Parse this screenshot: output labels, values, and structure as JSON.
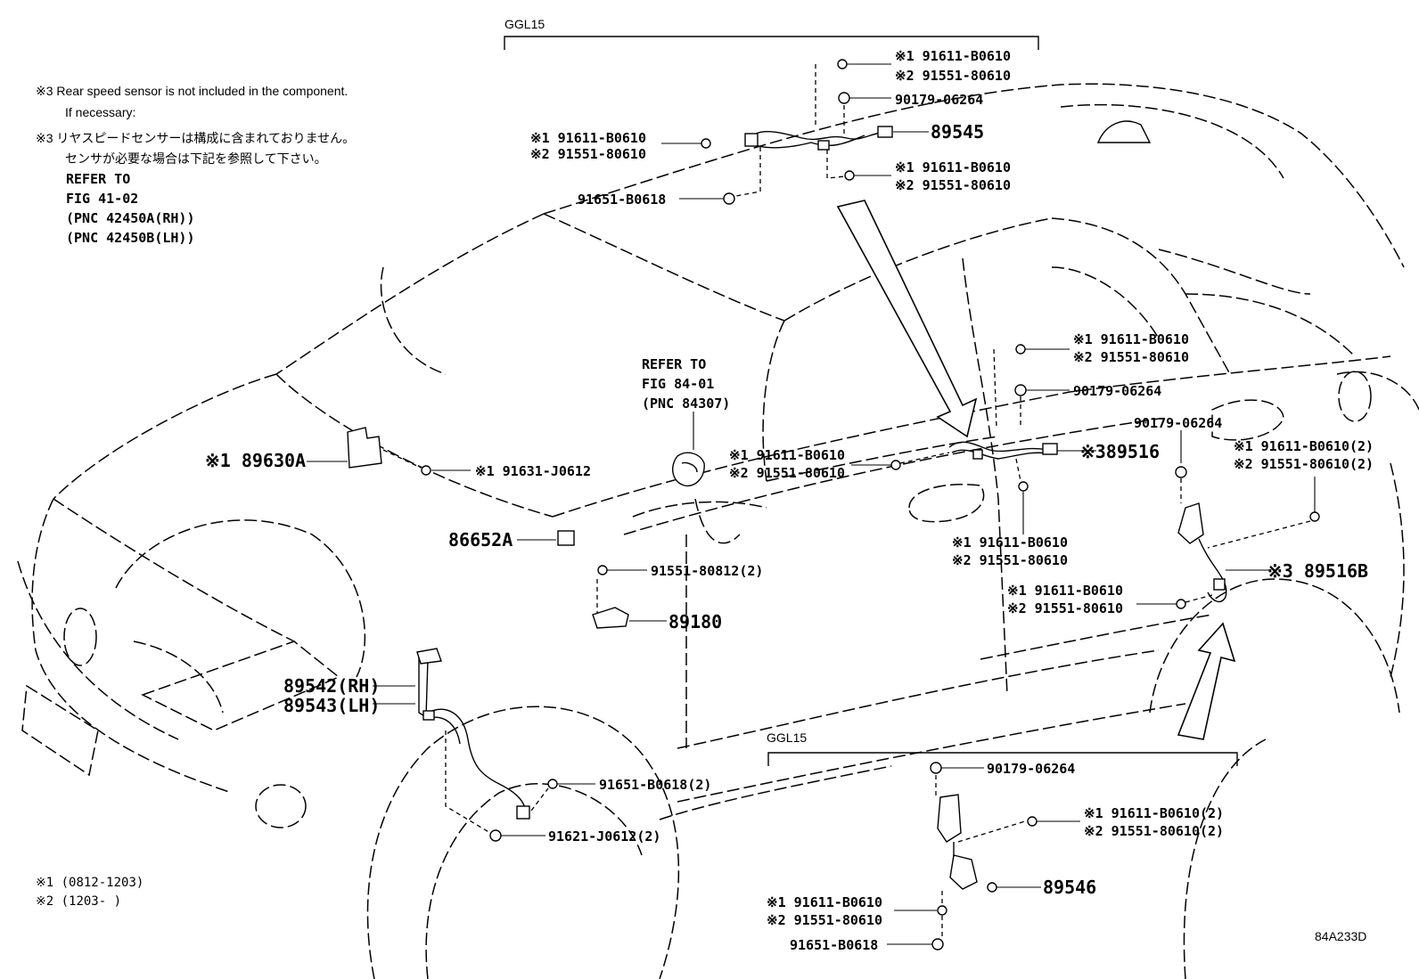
{
  "notes": {
    "en_line1": "※3 Rear speed sensor is not included in the component.",
    "en_line2": "If necessary:",
    "jp_line1": "※3 リヤスピードセンサーは構成に含まれておりません。",
    "jp_line2": "センサが必要な場合は下記を参照して下さい。",
    "refer_lines": [
      "REFER TO",
      "FIG 41-02",
      "(PNC 42450A(RH))",
      "(PNC 42450B(LH))"
    ]
  },
  "group_top": "GGL15",
  "group_bottom": "GGL15",
  "top_labels": [
    "※1 91611-B0610",
    "※2 91551-80610",
    "90179-06264",
    "89545",
    "※1 91611-B0610",
    "※2 91551-80610",
    "※1 91611-B0610",
    "※2 91551-80610",
    "91651-B0618"
  ],
  "mid_labels": {
    "refer": [
      "REFER TO",
      "FIG 84-01",
      "(PNC 84307)"
    ],
    "p89630A": "※1  89630A",
    "p91631": "※1  91631-J0612",
    "p86652A": "86652A",
    "p91551_80812": "91551-80812(2)",
    "p89180": "89180",
    "p89542": "89542(RH)",
    "p89543": "89543(LH)",
    "p91651_2": "91651-B0618(2)",
    "p91621": "91621-J0612(2)"
  },
  "right_labels": {
    "a1": "※1 91611-B0610",
    "a2": "※2 91551-80610",
    "b": "90179-06264",
    "c1": "※1 91611-B0610",
    "c2": "※2 91551-80610",
    "p89516": "※389516",
    "d1": "※1 91611-B0610",
    "d2": "※2 91551-80610",
    "e": "90179-06264",
    "f1": "※1 91611-B0610(2)",
    "f2": "※2 91551-80610(2)",
    "p89516B": "※3  89516B",
    "g1": "※1 91611-B0610",
    "g2": "※2 91551-80610"
  },
  "bottom_labels": {
    "a": "90179-06264",
    "b1": "※1 91611-B0610(2)",
    "b2": "※2 91551-80610(2)",
    "p89546": "89546",
    "c1": "※1 91611-B0610",
    "c2": "※2 91551-80610",
    "d": "91651-B0618"
  },
  "legend": [
    "※1 (0812-1203)",
    "※2 (1203-       )"
  ],
  "figure_code": "84A233D"
}
